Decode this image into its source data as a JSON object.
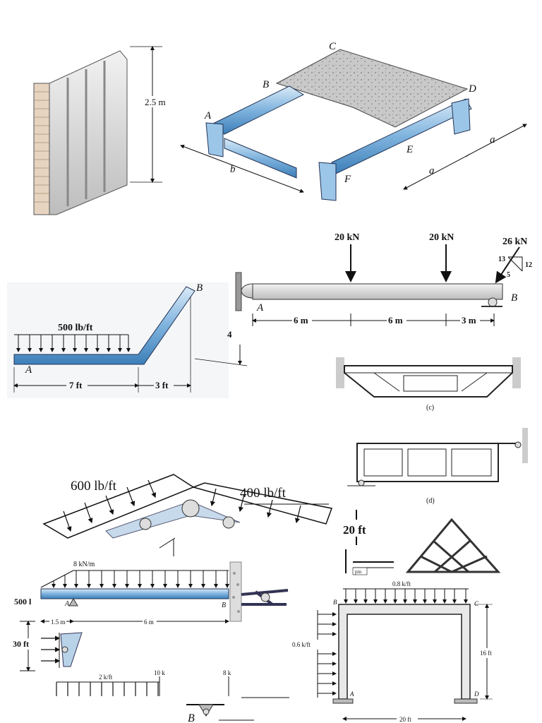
{
  "panel_wall": {
    "height_label": "2.5 m"
  },
  "panel_floor": {
    "points": {
      "a": "A",
      "b": "B",
      "c": "C",
      "d": "D",
      "e": "E",
      "f": "F"
    },
    "dims": {
      "b": "b",
      "a1": "a",
      "a2": "a"
    }
  },
  "panel_bent": {
    "load": "500 lb/ft",
    "point_a": "A",
    "point_b": "B",
    "dim_left": "7 ft",
    "dim_right": "3 ft",
    "dim_height": "4"
  },
  "panel_beam": {
    "load1": "20 kN",
    "load2": "20 kN",
    "load3": "26 kN",
    "slope_13": "13",
    "slope_12": "12",
    "slope_5": "5",
    "support_a": "A",
    "support_b": "B",
    "dim1": "6 m",
    "dim2": "6 m",
    "dim3": "3 m"
  },
  "panel_frames": {
    "caption_c": "(c)",
    "caption_d": "(d)"
  },
  "panel_roof": {
    "load_left": "600 lb/ft",
    "load_right": "400 lb/ft",
    "height": "20 ft",
    "pin_label": "pin"
  },
  "panel_cantilever": {
    "load": "8 kN/m",
    "support_a": "A",
    "support_b": "B",
    "dim1": "1.5 m",
    "dim2": "6 m",
    "left_cut": "500 l"
  },
  "panel_truss_side": {
    "height": "30 ft"
  },
  "panel_bottom": {
    "load": "2 k/ft",
    "p1": "10 k",
    "p2": "8 k",
    "point_b": "B"
  },
  "panel_portal": {
    "top_load": "0.8 k/ft",
    "side_load": "0.6 k/ft",
    "corner_b": "B",
    "corner_c": "C",
    "corner_a": "A",
    "corner_d": "D",
    "height": "16 ft",
    "span": "20 ft"
  }
}
